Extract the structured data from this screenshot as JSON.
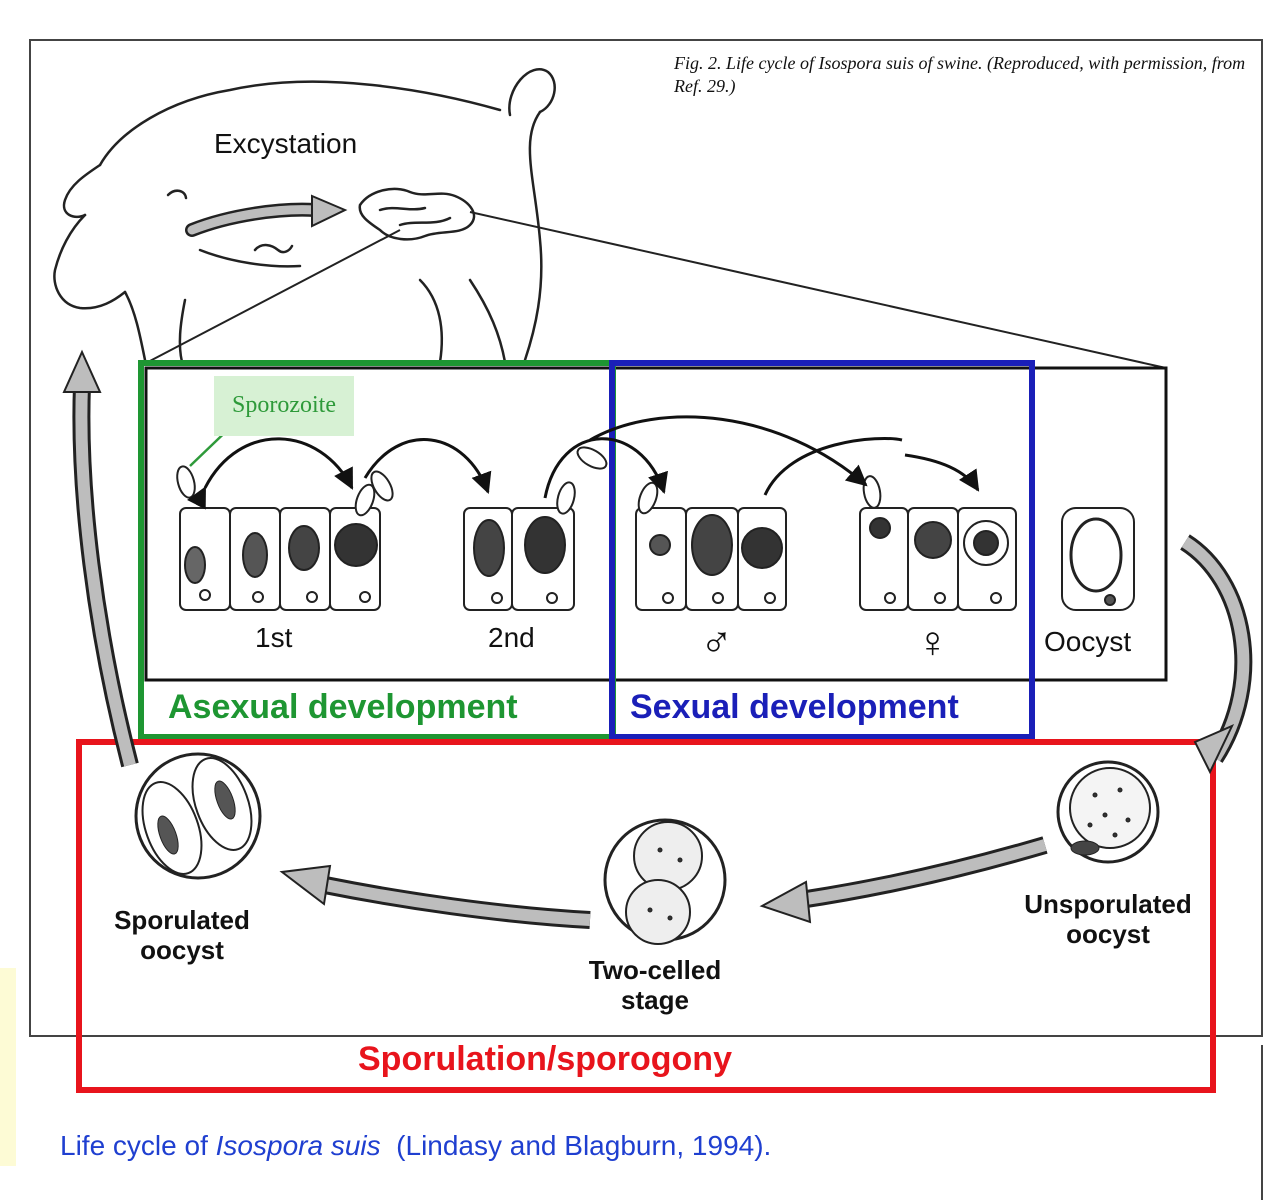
{
  "figure_caption": "Fig. 2. Life cycle of Isospora suis of swine. (Reproduced, with permission, from Ref. 29.)",
  "stages": {
    "excystation": "Excystation",
    "sporozoite": "Sporozoite",
    "first": "1st",
    "second": "2nd",
    "male_symbol": "♂",
    "female_symbol": "♀",
    "oocyst": "Oocyst",
    "unsporulated_line1": "Unsporulated",
    "unsporulated_line2": "oocyst",
    "two_celled_line1": "Two-celled",
    "two_celled_line2": "stage",
    "sporulated_line1": "Sporulated",
    "sporulated_line2": "oocyst"
  },
  "regions": {
    "asexual": "Asexual development",
    "sexual": "Sexual development",
    "sporulation": "Sporulation/sporogony"
  },
  "bottom_caption": {
    "prefix": "Life cycle of ",
    "species": "Isospora suis",
    "suffix": "  (Lindasy and Blagburn, 1994)."
  },
  "colors": {
    "asexual": "#1e9632",
    "sexual": "#1a1fb8",
    "sporulation": "#e8141c",
    "caption": "#1f3fd0",
    "sporozoite_tag": "#d7f1d4"
  }
}
